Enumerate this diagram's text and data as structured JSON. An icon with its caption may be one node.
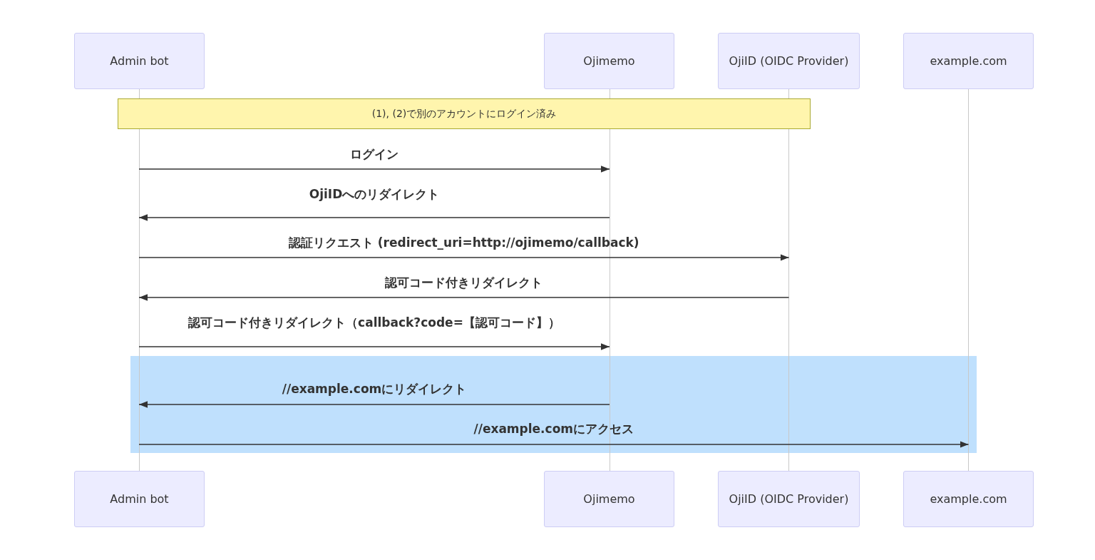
{
  "diagram": {
    "nodes": [
      {
        "text": [
          "Admin bot"
        ]
      },
      {
        "text": [
          "Ojimemo"
        ]
      },
      {
        "text": [
          "OjiID (OIDC Provider)"
        ]
      },
      {
        "text": [
          "example.com"
        ]
      },
      {
        "text": [
          "(1), (2)で別のアカウントにログイン済み"
        ]
      },
      {
        "text": [],
        "shape": "line"
      },
      {
        "text": [],
        "shape": "line"
      },
      {
        "text": [],
        "shape": "line"
      },
      {
        "text": [],
        "shape": "line"
      },
      {
        "text": [
          "Admin bot"
        ]
      },
      {
        "text": [
          "Ojimemo"
        ]
      },
      {
        "text": [
          "OjiID (OIDC Provider)"
        ]
      },
      {
        "text": [
          "example.com"
        ]
      }
    ],
    "edges": [
      {
        "from": 5,
        "to": 6,
        "arrow": "to",
        "label": "ログイン"
      },
      {
        "from": 6,
        "to": 5,
        "arrow": "to",
        "label": "OjiIDへのリダイレクト"
      },
      {
        "from": 5,
        "to": 7,
        "arrow": "to",
        "label": "認証リクエスト (redirect_uri=http://ojimemo/callback)"
      },
      {
        "from": 7,
        "to": 5,
        "arrow": "to",
        "label": "認可コード付きリダイレクト"
      },
      {
        "from": 5,
        "to": 6,
        "arrow": "to",
        "label": "認可コード付きリダイレクト（callback?code=【認可コード】）"
      },
      {
        "from": 6,
        "to": 5,
        "arrow": "to",
        "label": "//example.comにリダイレクト"
      },
      {
        "from": 5,
        "to": 8,
        "arrow": "to",
        "label": "//example.comにアクセス"
      }
    ]
  }
}
